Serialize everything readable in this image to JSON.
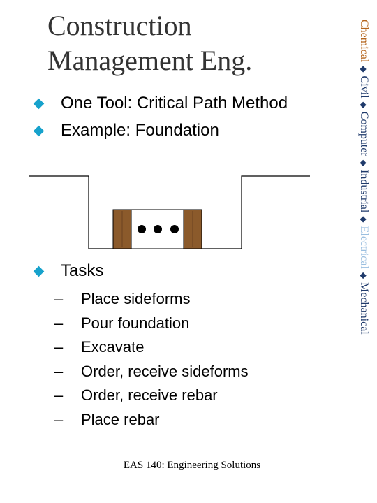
{
  "title": {
    "line1": "Construction",
    "line2": "Management  Eng."
  },
  "bullets": [
    "One Tool: Critical Path Method",
    "Example: Foundation"
  ],
  "tasks": {
    "label": "Tasks",
    "items": [
      "Place sideforms",
      "Pour foundation",
      "Excavate",
      "Order, receive sideforms",
      "Order, receive rebar",
      "Place rebar"
    ]
  },
  "footer": "EAS 140: Engineering Solutions",
  "sidebar": {
    "separator": "◆",
    "disciplines": [
      {
        "label": "Chemical",
        "color": "#b5651d"
      },
      {
        "label": "Civil",
        "color": "#1f3a6b"
      },
      {
        "label": "Computer",
        "color": "#1f3a6b"
      },
      {
        "label": "Industrial",
        "color": "#1f3a6b"
      },
      {
        "label": "Electrical",
        "color": "#9bbfe0"
      },
      {
        "label": "Mechanical",
        "color": "#1f3a6b"
      }
    ]
  },
  "colors": {
    "bullet": "#17a2cc",
    "sideform_wood": "#8b5a2b",
    "title": "#333333"
  },
  "icons": [
    "diamond-bullet-icon",
    "rebar-dot-icon"
  ]
}
